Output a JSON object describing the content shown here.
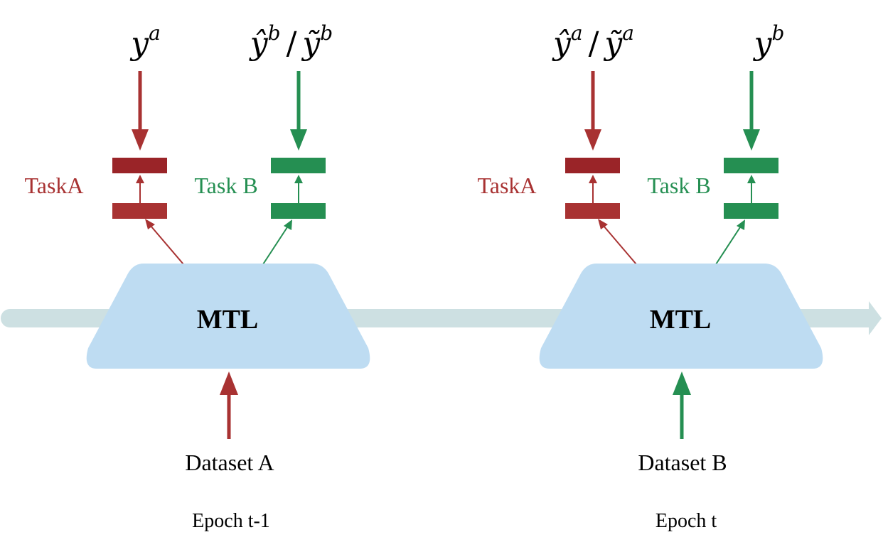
{
  "colors": {
    "task_a": "#a83232",
    "task_a_dark": "#9a2428",
    "task_b": "#258f52",
    "trapezoid": "#bedcf2",
    "timeline": "#cde0e2",
    "text": "#000000"
  },
  "epochs": [
    {
      "model_label": "MTL",
      "dataset_label": "Dataset A",
      "epoch_label": "Epoch t-1",
      "task_a_label": "TaskA",
      "task_b_label": "Task B",
      "output_a": {
        "base": "y",
        "sup": "a"
      },
      "output_b": {
        "pseudo": "ŷ",
        "soft": "ỹ",
        "sup": "b",
        "separator": "/"
      },
      "input_color_key": "task_a"
    },
    {
      "model_label": "MTL",
      "dataset_label": "Dataset B",
      "epoch_label": "Epoch t",
      "task_a_label": "TaskA",
      "task_b_label": "Task B",
      "output_a": {
        "pseudo": "ŷ",
        "soft": "ỹ",
        "sup": "a",
        "separator": "/"
      },
      "output_b": {
        "base": "y",
        "sup": "b"
      },
      "input_color_key": "task_b"
    }
  ]
}
